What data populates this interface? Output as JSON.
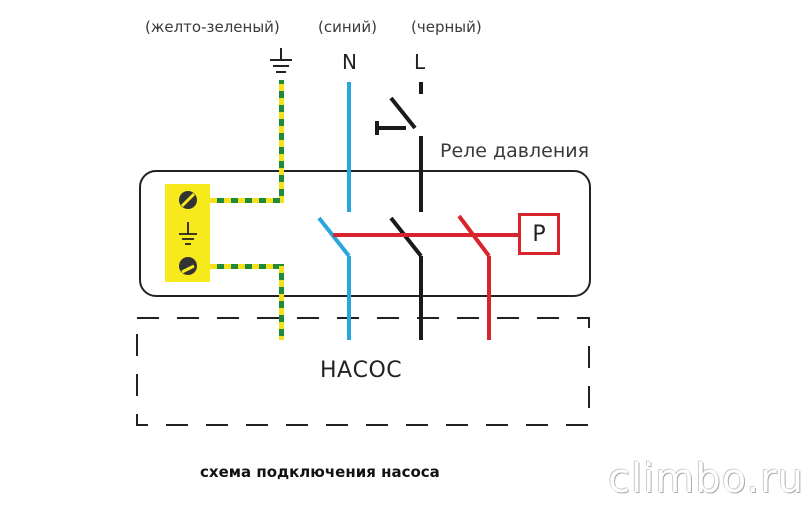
{
  "labels": {
    "ground_wire": "(желто-зеленый)",
    "neutral_wire": "(синий)",
    "line_wire": "(черный)",
    "neutral_symbol": "N",
    "line_symbol": "L",
    "relay": "Реле давления",
    "relay_symbol": "P",
    "pump": "НАСОС",
    "caption": "схема подключения насоса",
    "watermark": "climbo.ru"
  },
  "icons": {
    "ground": "ground-symbol-icon",
    "terminal_screw": "terminal-screw-icon",
    "switch_contact": "switch-contact-icon"
  },
  "colors": {
    "ground_green": "#1f8a3b",
    "ground_yellow": "#f4e11c",
    "neutral_blue": "#2aa6df",
    "line_black": "#1a1a1a",
    "relay_red": "#d8242c",
    "terminal_block": "#f7ea1c",
    "outline": "#222222"
  }
}
